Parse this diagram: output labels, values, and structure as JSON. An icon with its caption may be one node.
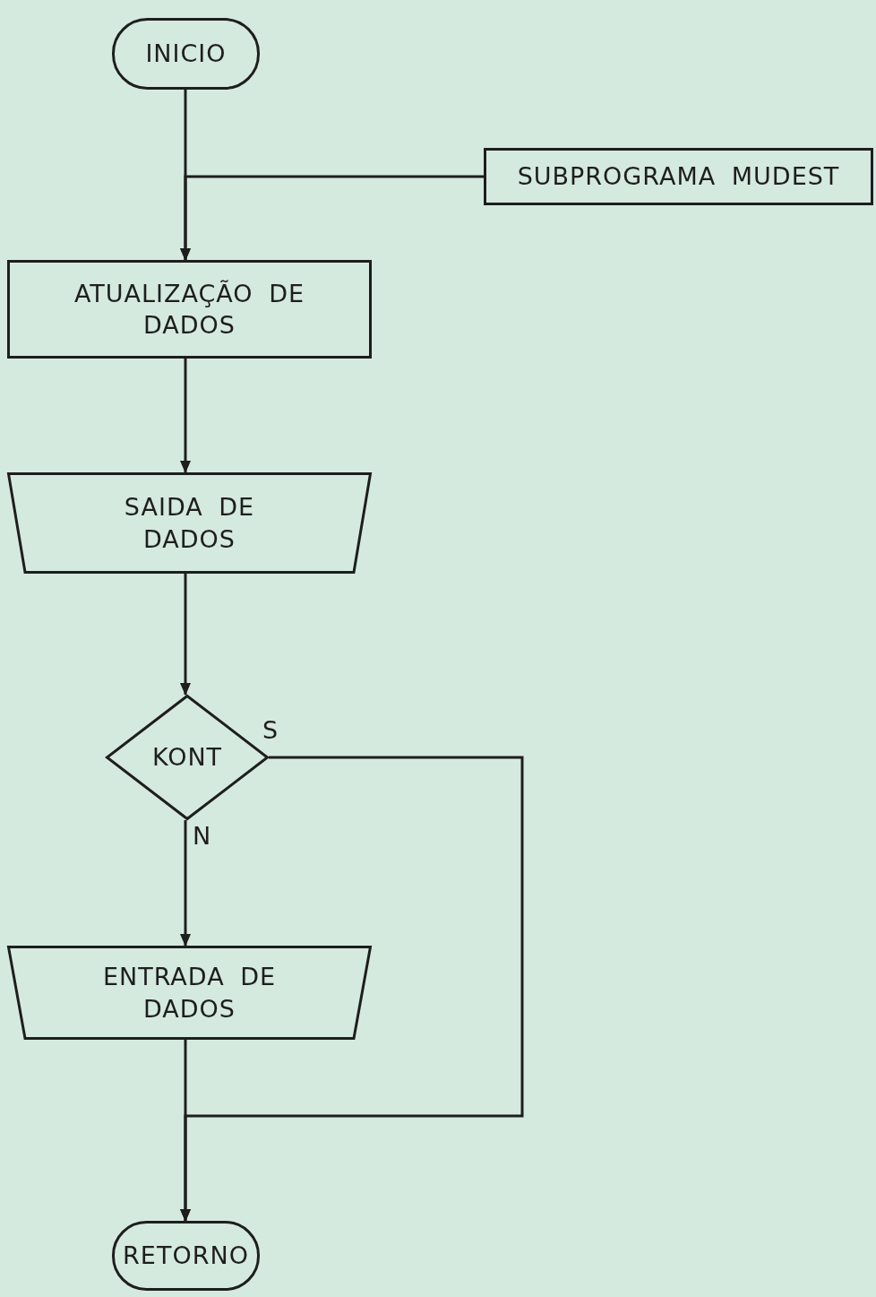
{
  "diagram": {
    "nodes": [
      {
        "text": [
          "INICIO"
        ]
      },
      {
        "text": [
          "SUBPROGRAMA MUDEST"
        ]
      },
      {
        "text": [
          "ATUALIZAÇÃO DE DADOS"
        ]
      },
      {
        "text": [
          "SAIDA DE DADOS"
        ]
      },
      {
        "text": [
          "KONT"
        ]
      },
      {
        "text": [
          "ENTRADA DE DADOS"
        ]
      },
      {
        "text": [
          "RETORNO"
        ]
      }
    ],
    "edges": [
      {
        "from": 0,
        "to": 2,
        "arrow": "to"
      },
      {
        "from": 1,
        "to": 2,
        "arrow": "to"
      },
      {
        "from": 2,
        "to": 3,
        "arrow": "to"
      },
      {
        "from": 3,
        "to": 4,
        "arrow": "to"
      },
      {
        "from": 4,
        "to": 5,
        "arrow": "to",
        "label": "N"
      },
      {
        "from": 4,
        "to": 6,
        "arrow": "to",
        "label": "S"
      },
      {
        "from": 5,
        "to": 6,
        "arrow": "to"
      }
    ]
  }
}
